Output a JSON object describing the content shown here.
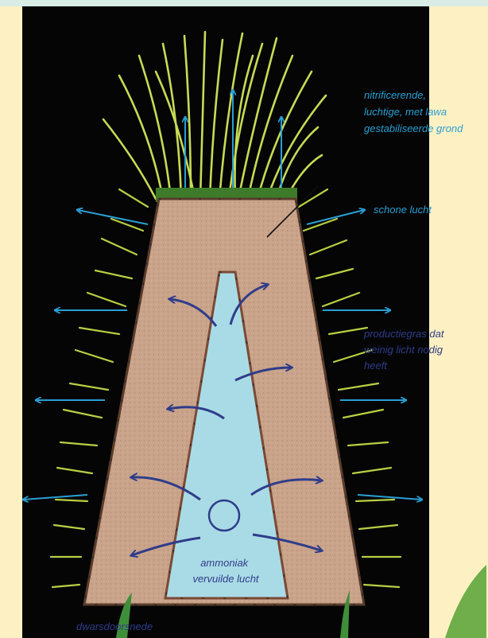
{
  "labels": {
    "top_note": [
      "nitrificerende,",
      "luchtige, met lawa",
      "gestabiliseerde grond"
    ],
    "clean_air": "schone lucht",
    "grass_note": [
      "productiegras dat",
      "weinig licht nodig",
      "heeft"
    ],
    "ammonia": [
      "ammoniak",
      "vervuilde lucht"
    ],
    "section": "dwarsdoorsnede"
  },
  "colors": {
    "page_bg": "#fdf1c3",
    "panel_bg": "#050505",
    "soil": "#c9a38a",
    "channel": "#a9dbe6",
    "grass": "#b8cf44",
    "arrow_light": "#2a9fd4",
    "arrow_dark": "#2f3c8a",
    "label_light": "#2a9fd4",
    "label_dark": "#2f3c8a"
  },
  "icons": [
    "arrow-out-icon",
    "arrow-curved-icon",
    "air-bubble-icon",
    "grass-icon"
  ]
}
